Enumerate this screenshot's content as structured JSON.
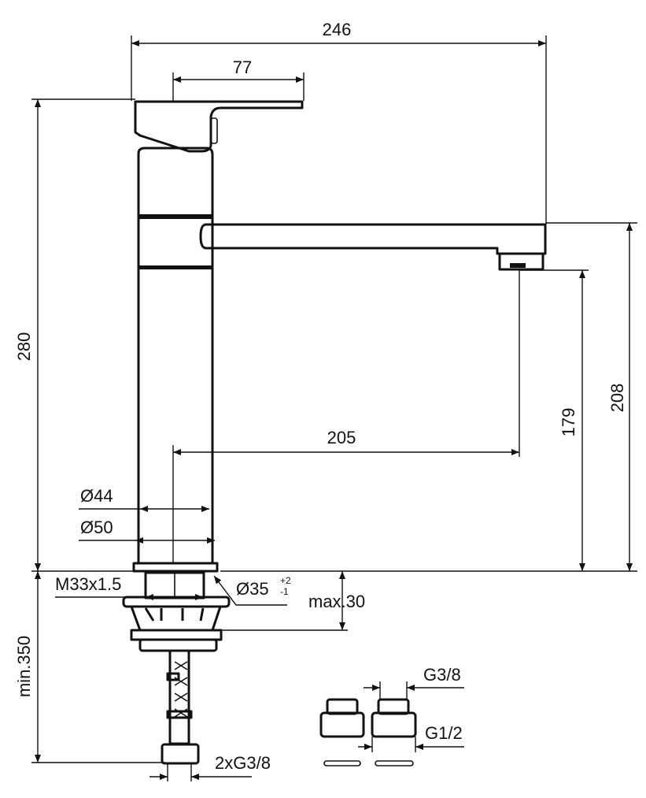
{
  "dimensions": {
    "total_width": "246",
    "handle_width": "77",
    "total_height": "280",
    "spout_reach": "205",
    "aerator_height": "179",
    "spout_height": "208",
    "diameter_inner": "Ø44",
    "diameter_outer": "Ø50",
    "thread": "M33x1.5",
    "hole_diameter": "Ø35",
    "hole_tol_plus": "+2",
    "hole_tol_minus": "-1",
    "max_thickness": "max.30",
    "min_hose": "min.350",
    "hose_connection": "2xG3/8",
    "adapter_in": "G3/8",
    "adapter_out": "G1/2"
  }
}
